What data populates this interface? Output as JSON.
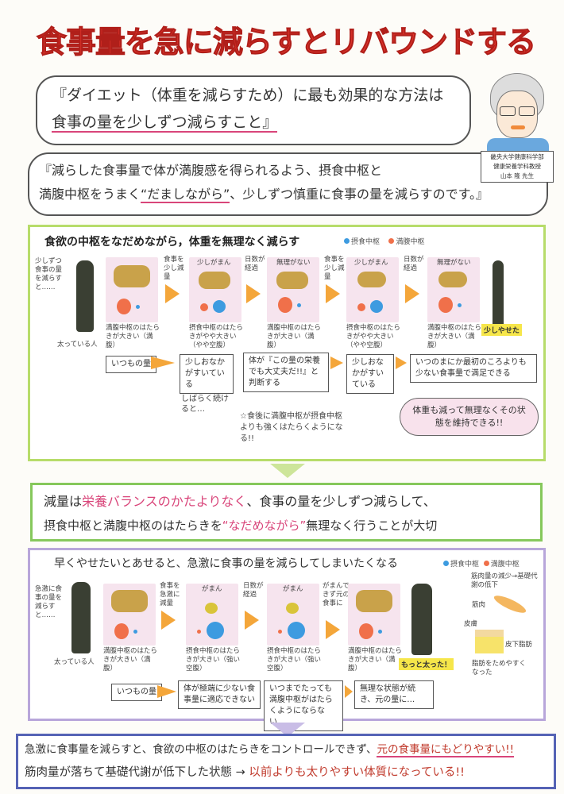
{
  "title": "食事量を急に減らすとリバウンドする",
  "bubble1": {
    "line1": "『ダイエット（体重を減らすため）に最も効果的な方法は",
    "line2": "食事の量を少しずつ減らすこと』"
  },
  "doctor": {
    "affiliation1": "畿央大学健康科学部",
    "affiliation2": "健康栄養学科教授",
    "name": "山本 隆 先生"
  },
  "bubble2": {
    "line1": "『減らした食事量で体が満腹感を得られるよう、摂食中枢と",
    "line2_a": "満腹中枢をうまく",
    "line2_em": "“だましながら”",
    "line2_b": "、少しずつ慎重に食事の量を減らすのです。』"
  },
  "panel1": {
    "title": "食欲の中枢をなだめながら，体重を無理なく減らす",
    "legend": [
      {
        "label": "摂食中枢",
        "color": "#3d9be0"
      },
      {
        "label": "満腹中枢",
        "color": "#f0704a"
      }
    ],
    "intro": "少しずつ食事の量を減らすと……",
    "start_label": "太っている人",
    "end_label": "少しやせた",
    "steps": [
      {
        "header": "",
        "caption": "満腹中枢のはたらきが大きい（満腹）"
      },
      {
        "header": "少しがまん",
        "caption": "摂食中枢のはたらきがやや大きい（やや空腹）"
      },
      {
        "header": "無理がない",
        "caption": "満腹中枢のはたらきが大きい（満腹）"
      },
      {
        "header": "少しがまん",
        "caption": "摂食中枢のはたらきがやや大きい（やや空腹）"
      },
      {
        "header": "無理がない",
        "caption": "満腹中枢のはたらきが大きい（満腹）"
      }
    ],
    "arrows": [
      "食事を少し減量",
      "日数が経過",
      "食事を少し減量",
      "日数が経過"
    ],
    "flow": {
      "b1": "いつもの量",
      "b2": "少しおなかがすいている",
      "b3": "体が『この量の栄養でも大丈夫だ!!』と判断する",
      "b4": "少しおなかがすいている",
      "b5": "いつのまにか最初のころよりも少ない食事量で満足できる",
      "side": "しばらく続けると…",
      "star": "☆食後に満腹中枢が摂食中枢よりも強くはたらくようになる!!",
      "cloud": "体重も減って無理なくその状態を維持できる!!"
    }
  },
  "summary1": {
    "a": "減量は",
    "em1": "栄養バランスのかたよりなく",
    "b": "、食事の量を少しずつ減らして、",
    "c": "摂食中枢と満腹中枢のはたらきを",
    "em2": "“なだめながら”",
    "d": "無理なく行うことが大切"
  },
  "panel2": {
    "title": "早くやせたいとあせると、急激に食事の量を減らしてしまいたくなる",
    "legend": [
      {
        "label": "摂食中枢",
        "color": "#3d9be0"
      },
      {
        "label": "満腹中枢",
        "color": "#f0704a"
      }
    ],
    "intro": "急激に食事の量を減らすと……",
    "start_label": "太っている人",
    "end_label": "もっと太った！",
    "steps": [
      {
        "header": "",
        "caption": "満腹中枢のはたらきが大きい（満腹）"
      },
      {
        "header": "がまん",
        "caption": "摂食中枢のはたらきが大きい（強い空腹）"
      },
      {
        "header": "がまん",
        "caption": "摂食中枢のはたらきが大きい（強い空腹）"
      },
      {
        "header": "",
        "caption": "満腹中枢のはたらきが大きい（満腹）"
      }
    ],
    "arrows": [
      "食事を急激に減量",
      "日数が経過",
      "がまんできず元の食事に"
    ],
    "side": {
      "top": "筋肉量の減少→基礎代謝の低下",
      "muscle": "筋肉",
      "skin": "皮膚",
      "fat": "皮下脂肪",
      "bottom": "脂肪をためやすくなった"
    },
    "flow": {
      "b1": "いつもの量",
      "b2": "体が極端に少ない食事量に適応できない",
      "b3": "いつまでたっても満腹中枢がはたらくようにならない…",
      "b4": "無理な状態が続き、元の量に…"
    }
  },
  "summary2": {
    "a": "急激に食事量を減らすと、食欲の中枢のはたらきをコントロールできず、",
    "em1": "元の食事量にもどりやすい!!",
    "b": "筋肉量が落ちて基礎代謝が低下した状態 → ",
    "em2": "以前よりも太りやすい体質になっている!!"
  }
}
